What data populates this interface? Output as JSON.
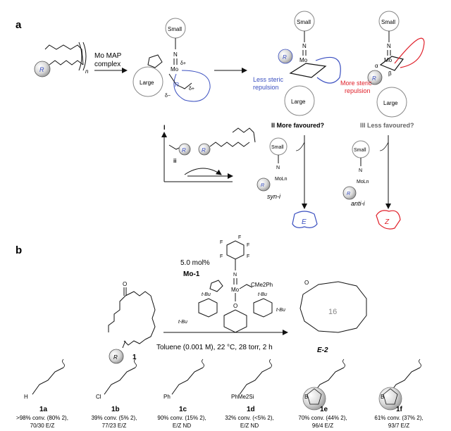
{
  "panel_a": {
    "label": "a",
    "reagent_line1": "Mo MAP",
    "reagent_line2": "complex",
    "substrate_n": "n",
    "R": "R",
    "small": "Small",
    "large": "Large",
    "mo": "Mo",
    "n_atom": "N",
    "delta_plus": "δ+",
    "delta_minus": "δ−",
    "alpha": "α",
    "beta": "β",
    "less_steric_line1": "Less steric",
    "less_steric_line2": "repulsion",
    "more_steric_line1": "More steric",
    "more_steric_line2": "repulsion",
    "int_I": "I",
    "int_II": "II More favoured?",
    "int_III": "III Less favoured?",
    "int_ii": "ii",
    "syn_label": "syn-i",
    "anti_label": "anti-i",
    "mol_n": "MoLn",
    "E_label": "E",
    "Z_label": "Z",
    "colors": {
      "blue": "#3a4fc0",
      "red": "#e0202a",
      "black": "#111111",
      "gray": "#888888"
    }
  },
  "panel_b": {
    "label": "b",
    "catalyst_loading": "5.0 mol%",
    "catalyst_name": "Mo-1",
    "F": "F",
    "cme2ph": "CMe2Ph",
    "tbu": "t-Bu",
    "O": "O",
    "compound_1": "1",
    "product": "E-2",
    "ring_size": "16",
    "conditions": "Toluene (0.001 M), 22 °C, 28 torr, 2 h",
    "substrates": [
      {
        "id": "1a",
        "group": "H",
        "conv_line": ">98% conv. (80% 2),",
        "ratio_line": "70/30 E/Z"
      },
      {
        "id": "1b",
        "group": "Cl",
        "conv_line": "39% conv. (5% 2),",
        "ratio_line": "77/23 E/Z"
      },
      {
        "id": "1c",
        "group": "Ph",
        "conv_line": "90% conv. (15% 2),",
        "ratio_line": "E/Z ND"
      },
      {
        "id": "1d",
        "group": "PhMe2Si",
        "conv_line": "32% conv. (<5% 2),",
        "ratio_line": "E/Z ND"
      },
      {
        "id": "1e",
        "group": "B",
        "conv_line": "70% conv. (44% 2),",
        "ratio_line": "96/4 E/Z"
      },
      {
        "id": "1f",
        "group": "B",
        "conv_line": "61% conv. (37% 2),",
        "ratio_line": "93/7 E/Z"
      }
    ]
  }
}
